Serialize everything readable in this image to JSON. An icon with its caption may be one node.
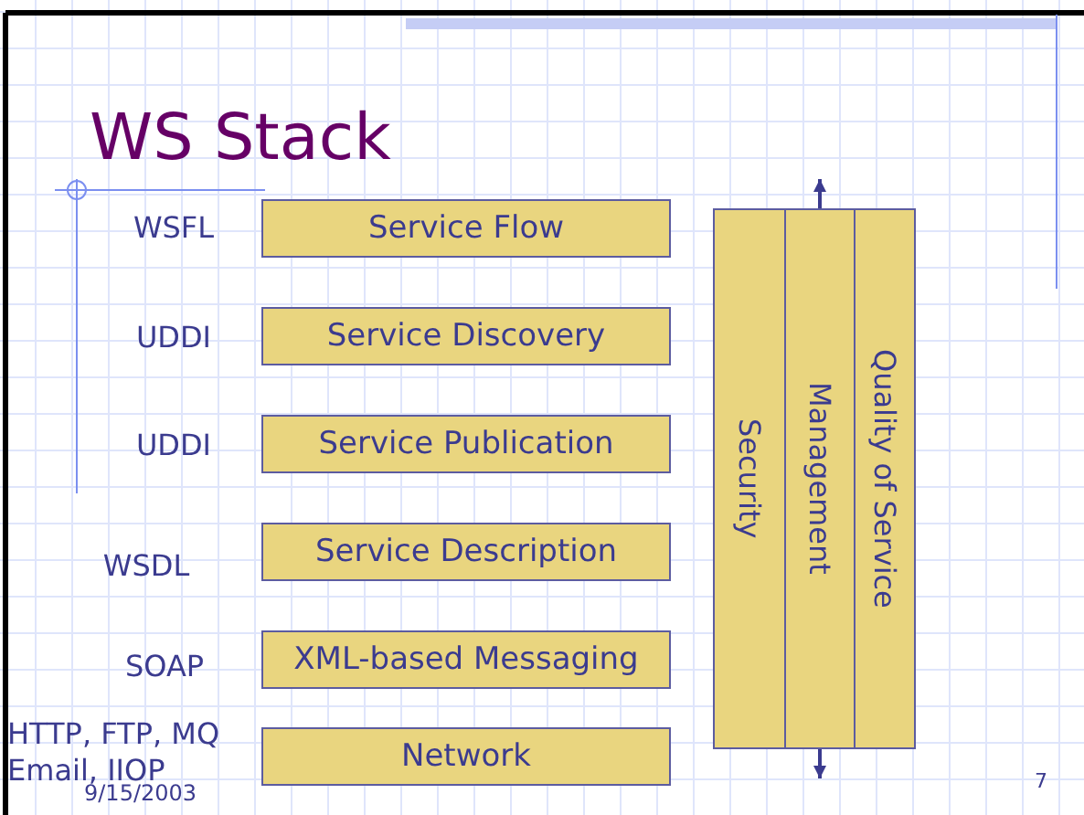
{
  "diagram": {
    "title": "WS Stack",
    "nodes": [
      {
        "text": [
          "Service Flow"
        ],
        "beside": [
          "WSFL"
        ]
      },
      {
        "text": [
          "Service Discovery"
        ],
        "beside": [
          "UDDI"
        ]
      },
      {
        "text": [
          "Service Publication"
        ],
        "beside": [
          "UDDI"
        ]
      },
      {
        "text": [
          "Service Description"
        ],
        "beside": [
          "WSDL"
        ]
      },
      {
        "text": [
          "XML-based Messaging"
        ],
        "beside": [
          "SOAP"
        ]
      },
      {
        "text": [
          "Network"
        ],
        "beside": [
          "HTTP, FTP, MQ Email, IIOP"
        ]
      },
      {
        "text": [
          "Security"
        ]
      },
      {
        "text": [
          "Management"
        ]
      },
      {
        "text": [
          "Quality of Service"
        ]
      }
    ],
    "edges": [
      {
        "from": 7,
        "to": null,
        "arrow": "to"
      },
      {
        "from": 7,
        "to": null,
        "arrow": "to"
      }
    ],
    "labels": [
      "9/15/2003",
      "7"
    ]
  }
}
